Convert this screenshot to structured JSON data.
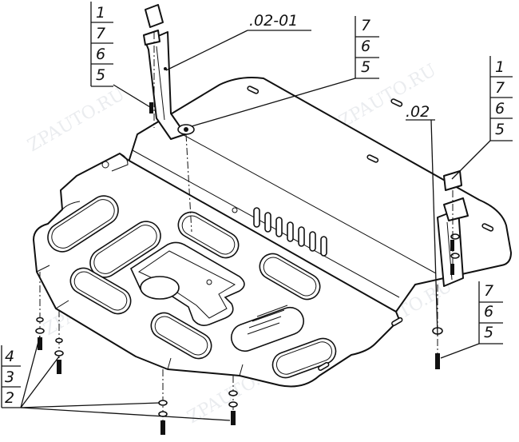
{
  "watermark": "ZPAUTO.RU",
  "callouts": [
    {
      "id": "bracket-left-stack",
      "items": [
        "1",
        "7",
        "6",
        "5"
      ]
    },
    {
      "id": "part-02-01",
      "items": [
        ".02-01"
      ]
    },
    {
      "id": "center-stack",
      "items": [
        "7",
        "6",
        "5"
      ]
    },
    {
      "id": "bracket-right-stack",
      "items": [
        "1",
        "7",
        "6",
        "5"
      ]
    },
    {
      "id": "part-02",
      "items": [
        ".02"
      ]
    },
    {
      "id": "bottom-right-stack",
      "items": [
        "7",
        "6",
        "5"
      ]
    },
    {
      "id": "bottom-left-stack",
      "items": [
        "4",
        "3",
        "2"
      ]
    }
  ]
}
